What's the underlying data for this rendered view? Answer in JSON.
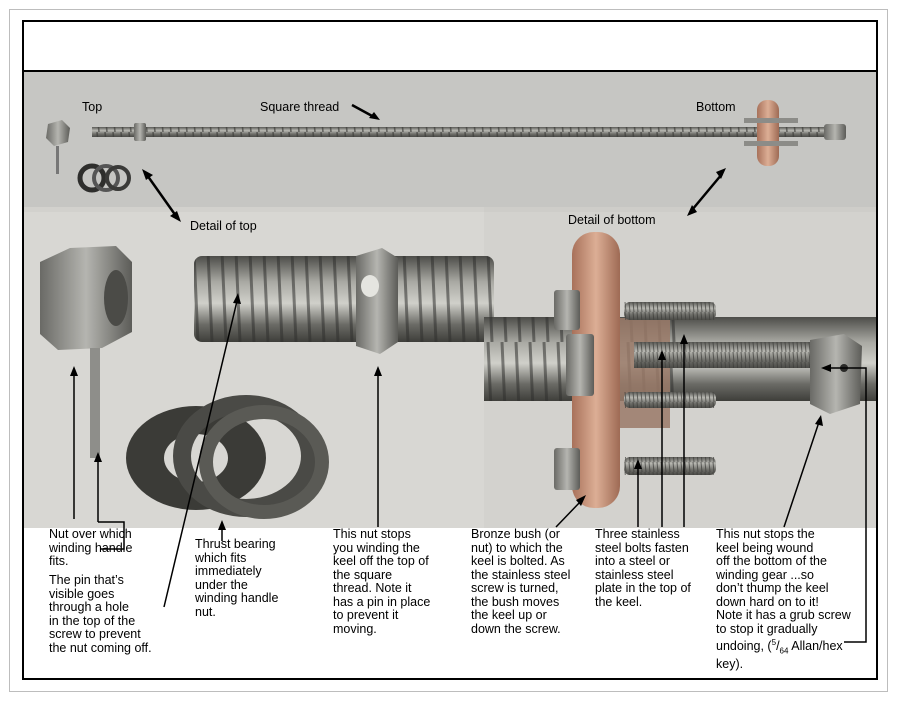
{
  "labels": {
    "top": "Top",
    "square_thread": "Square thread",
    "bottom": "Bottom",
    "detail_top": "Detail of top",
    "detail_bottom": "Detail of bottom"
  },
  "captions": {
    "nut_handle": "Nut over which\nwinding handle\nfits.",
    "pin": "The pin that’s\nvisible goes\nthrough a hole\nin the top of the\nscrew to prevent\nthe nut coming off.",
    "thrust_bearing": "Thrust bearing\nwhich fits\nimmediately\nunder the\nwinding handle\nnut.",
    "top_nut": "This nut stops\nyou winding the\nkeel off the top of\nthe square\nthread.  Note it\nhas a pin in place\nto prevent it\nmoving.",
    "bronze_bush": "Bronze bush (or\nnut) to which the\nkeel is bolted.  As\nthe stainless steel\nscrew is turned,\nthe bush moves\nthe keel up or\ndown the screw.",
    "stainless_bolts": "Three stainless\nsteel bolts fasten\ninto a steel or\nstainless steel\nplate in the top of\nthe keel.",
    "bottom_nut_main": "This nut stops the\nkeel being wound\noff the bottom of the\nwinding gear ...so\ndon’t thump the keel\ndown hard on to it!\nNote it has a grub screw\nto stop it gradually\nundoing, (",
    "frac_num": "5",
    "frac_sep": "/",
    "frac_den": "64",
    "bottom_nut_tail": " Allan/hex",
    "bottom_nut_key": "key)."
  },
  "colors": {
    "frame": "#000000",
    "photo_background": "#cfcfcc",
    "steel": "#8a8a86",
    "bronze": "#c9957a"
  }
}
